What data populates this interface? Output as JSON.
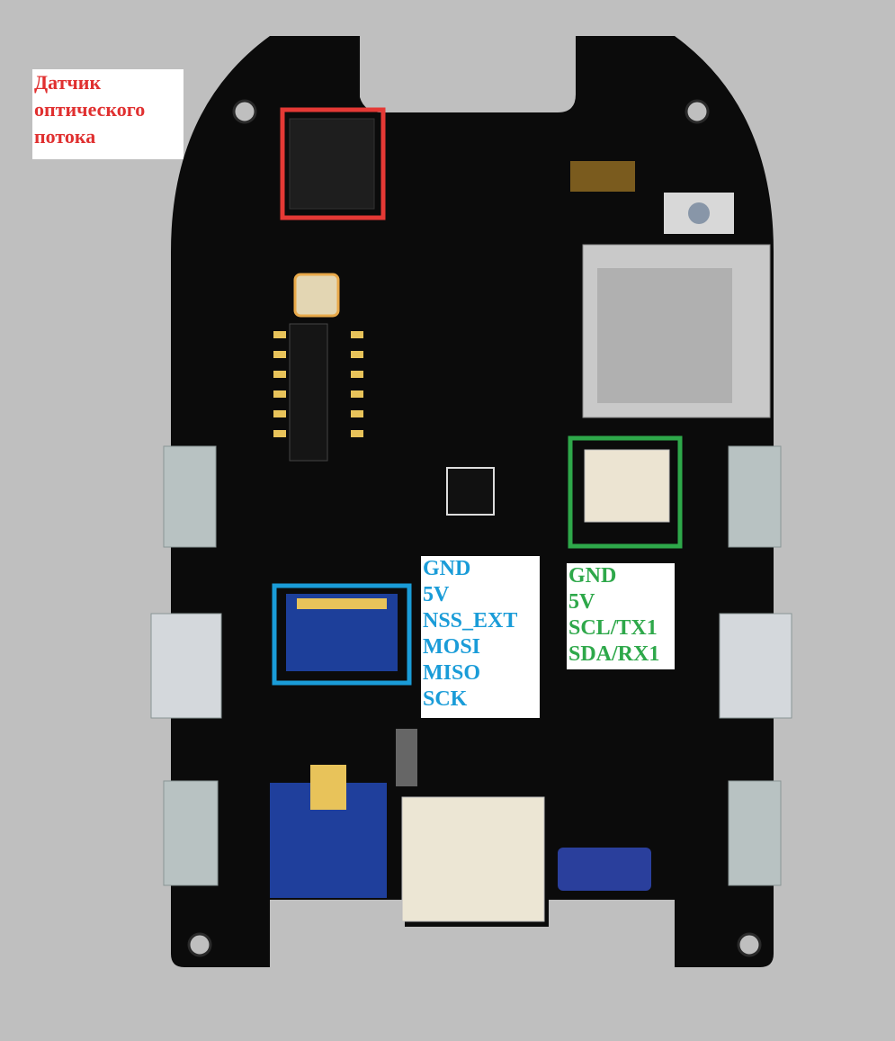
{
  "title": "Flight controller board pinout",
  "optical_flow_label": [
    "Датчик",
    "оптического",
    "потока"
  ],
  "spi_pins": [
    "GND",
    "5V",
    "NSS_EXT",
    "MOSI",
    "MISO",
    "SCK"
  ],
  "i2c_uart_pins": [
    "GND",
    "5V",
    "SCL/TX1",
    "SDA/RX1"
  ],
  "colors": {
    "optical_flow": "#e53935",
    "spi": "#1a9cd8",
    "i2c_uart": "#2ea84a",
    "board": "#0b0b0b",
    "background": "#bfbfbf"
  }
}
